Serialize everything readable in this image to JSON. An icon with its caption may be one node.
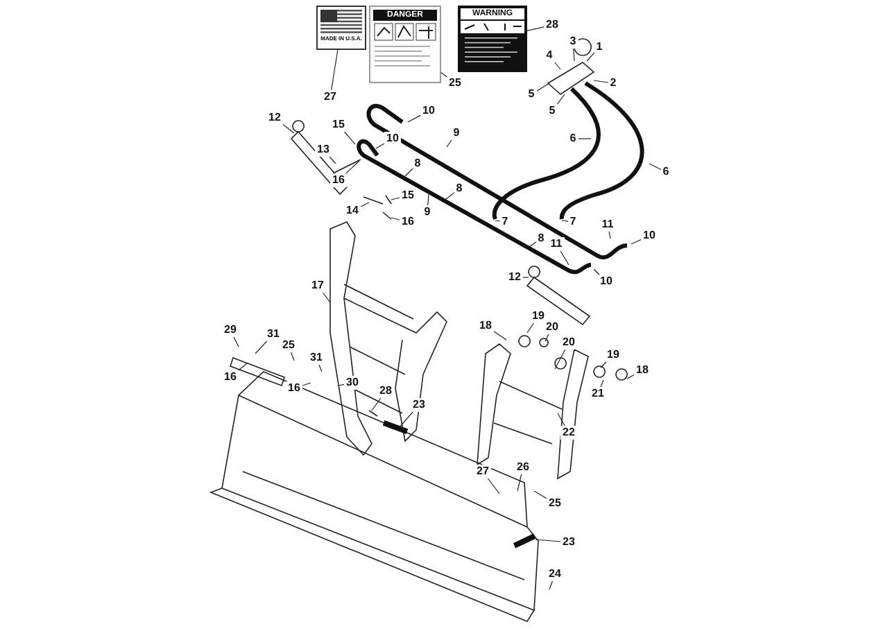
{
  "diagram": {
    "nodes": [
      {
        "text": [
          "MADE IN U.S.A."
        ]
      },
      {
        "text": [
          "DANGER"
        ]
      },
      {
        "text": [
          "WARNING"
        ]
      },
      {
        "text": [
          "27"
        ]
      },
      {
        "text": [
          "25"
        ]
      },
      {
        "text": [
          "28"
        ]
      },
      {
        "text": [
          "1"
        ]
      },
      {
        "text": [
          "3"
        ]
      },
      {
        "text": [
          "4"
        ]
      },
      {
        "text": [
          "5"
        ]
      },
      {
        "text": [
          "5"
        ]
      },
      {
        "text": [
          "2"
        ]
      },
      {
        "text": [
          "10"
        ]
      },
      {
        "text": [
          "9"
        ]
      },
      {
        "text": [
          "6"
        ]
      },
      {
        "text": [
          "12"
        ]
      },
      {
        "text": [
          "13"
        ]
      },
      {
        "text": [
          "15"
        ]
      },
      {
        "text": [
          "10"
        ]
      },
      {
        "text": [
          "16"
        ]
      },
      {
        "text": [
          "8"
        ]
      },
      {
        "text": [
          "6"
        ]
      },
      {
        "text": [
          "8"
        ]
      },
      {
        "text": [
          "15"
        ]
      },
      {
        "text": [
          "14"
        ]
      },
      {
        "text": [
          "9"
        ]
      },
      {
        "text": [
          "16"
        ]
      },
      {
        "text": [
          "7"
        ]
      },
      {
        "text": [
          "7"
        ]
      },
      {
        "text": [
          "11"
        ]
      },
      {
        "text": [
          "10"
        ]
      },
      {
        "text": [
          "8"
        ]
      },
      {
        "text": [
          "11"
        ]
      },
      {
        "text": [
          "12"
        ]
      },
      {
        "text": [
          "10"
        ]
      },
      {
        "text": [
          "17"
        ]
      },
      {
        "text": [
          "19"
        ]
      },
      {
        "text": [
          "18"
        ]
      },
      {
        "text": [
          "20"
        ]
      },
      {
        "text": [
          "20"
        ]
      },
      {
        "text": [
          "29"
        ]
      },
      {
        "text": [
          "31"
        ]
      },
      {
        "text": [
          "19"
        ]
      },
      {
        "text": [
          "25"
        ]
      },
      {
        "text": [
          "31"
        ]
      },
      {
        "text": [
          "18"
        ]
      },
      {
        "text": [
          "16"
        ]
      },
      {
        "text": [
          "16"
        ]
      },
      {
        "text": [
          "30"
        ]
      },
      {
        "text": [
          "21"
        ]
      },
      {
        "text": [
          "28"
        ]
      },
      {
        "text": [
          "23"
        ]
      },
      {
        "text": [
          "22"
        ]
      },
      {
        "text": [
          "27"
        ]
      },
      {
        "text": [
          "26"
        ]
      },
      {
        "text": [
          "25"
        ]
      },
      {
        "text": [
          "23"
        ]
      },
      {
        "text": [
          "24"
        ]
      }
    ],
    "edges": [
      {
        "from": 3,
        "to": 0,
        "arrow": "none"
      },
      {
        "from": 4,
        "to": 1,
        "arrow": "none"
      },
      {
        "from": 5,
        "to": 2,
        "arrow": "none"
      },
      {
        "from": 6,
        "to": null,
        "arrow": "none"
      },
      {
        "from": 7,
        "to": null,
        "arrow": "none"
      },
      {
        "from": 8,
        "to": null,
        "arrow": "none"
      },
      {
        "from": 9,
        "to": null,
        "arrow": "none"
      },
      {
        "from": 10,
        "to": null,
        "arrow": "none"
      },
      {
        "from": 11,
        "to": null,
        "arrow": "none"
      },
      {
        "from": 12,
        "to": null,
        "arrow": "none"
      },
      {
        "from": 13,
        "to": null,
        "arrow": "none"
      },
      {
        "from": 14,
        "to": null,
        "arrow": "none"
      },
      {
        "from": 15,
        "to": null,
        "arrow": "none"
      },
      {
        "from": 16,
        "to": null,
        "arrow": "none"
      },
      {
        "from": 17,
        "to": null,
        "arrow": "none"
      },
      {
        "from": 18,
        "to": null,
        "arrow": "none"
      },
      {
        "from": 19,
        "to": null,
        "arrow": "none"
      },
      {
        "from": 20,
        "to": null,
        "arrow": "none"
      },
      {
        "from": 21,
        "to": null,
        "arrow": "none"
      },
      {
        "from": 22,
        "to": null,
        "arrow": "none"
      },
      {
        "from": 23,
        "to": null,
        "arrow": "none"
      },
      {
        "from": 24,
        "to": null,
        "arrow": "none"
      },
      {
        "from": 25,
        "to": null,
        "arrow": "none"
      },
      {
        "from": 26,
        "to": null,
        "arrow": "none"
      },
      {
        "from": 27,
        "to": null,
        "arrow": "none"
      },
      {
        "from": 28,
        "to": null,
        "arrow": "none"
      },
      {
        "from": 29,
        "to": null,
        "arrow": "none"
      },
      {
        "from": 30,
        "to": null,
        "arrow": "none"
      },
      {
        "from": 31,
        "to": null,
        "arrow": "none"
      },
      {
        "from": 32,
        "to": null,
        "arrow": "none"
      },
      {
        "from": 33,
        "to": null,
        "arrow": "none"
      },
      {
        "from": 34,
        "to": null,
        "arrow": "none"
      },
      {
        "from": 35,
        "to": null,
        "arrow": "none"
      },
      {
        "from": 36,
        "to": null,
        "arrow": "none"
      },
      {
        "from": 37,
        "to": null,
        "arrow": "none"
      },
      {
        "from": 38,
        "to": null,
        "arrow": "none"
      },
      {
        "from": 39,
        "to": null,
        "arrow": "none"
      },
      {
        "from": 40,
        "to": null,
        "arrow": "none"
      },
      {
        "from": 41,
        "to": null,
        "arrow": "none"
      },
      {
        "from": 42,
        "to": null,
        "arrow": "none"
      },
      {
        "from": 43,
        "to": null,
        "arrow": "none"
      },
      {
        "from": 44,
        "to": null,
        "arrow": "none"
      },
      {
        "from": 45,
        "to": null,
        "arrow": "none"
      },
      {
        "from": 46,
        "to": null,
        "arrow": "none"
      },
      {
        "from": 47,
        "to": null,
        "arrow": "none"
      },
      {
        "from": 48,
        "to": null,
        "arrow": "none"
      },
      {
        "from": 49,
        "to": null,
        "arrow": "none"
      },
      {
        "from": 50,
        "to": null,
        "arrow": "none"
      },
      {
        "from": 51,
        "to": null,
        "arrow": "none"
      },
      {
        "from": 52,
        "to": null,
        "arrow": "none"
      },
      {
        "from": 53,
        "to": null,
        "arrow": "none"
      },
      {
        "from": 54,
        "to": null,
        "arrow": "none"
      },
      {
        "from": 55,
        "to": null,
        "arrow": "none"
      },
      {
        "from": 56,
        "to": null,
        "arrow": "none"
      },
      {
        "from": 57,
        "to": null,
        "arrow": "none"
      }
    ]
  }
}
